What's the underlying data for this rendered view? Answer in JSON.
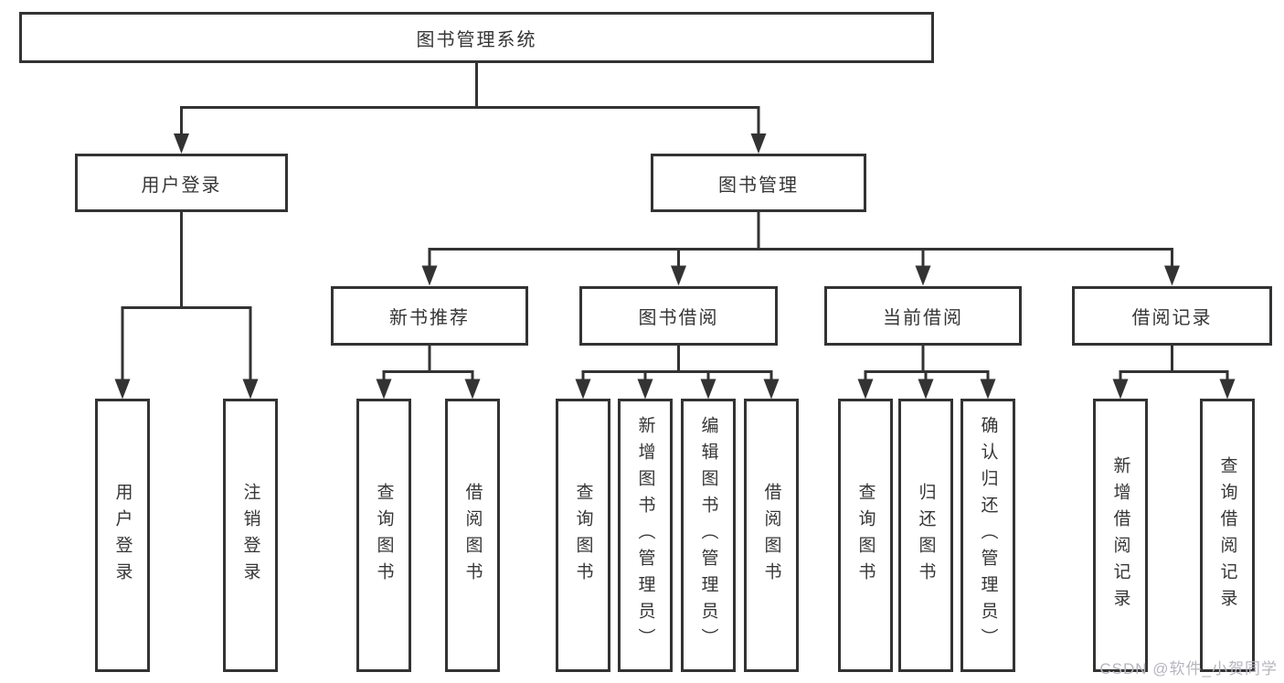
{
  "tree": {
    "label": "图书管理系统",
    "children": [
      {
        "label": "用户登录",
        "children": [
          {
            "label": "用户登录"
          },
          {
            "label": "注销登录"
          }
        ]
      },
      {
        "label": "图书管理",
        "children": [
          {
            "label": "新书推荐",
            "children": [
              {
                "label": "查询图书"
              },
              {
                "label": "借阅图书"
              }
            ]
          },
          {
            "label": "图书借阅",
            "children": [
              {
                "label": "查询图书"
              },
              {
                "label": "新增图书（管理员）"
              },
              {
                "label": "编辑图书（管理员）"
              },
              {
                "label": "借阅图书"
              }
            ]
          },
          {
            "label": "当前借阅",
            "children": [
              {
                "label": "查询图书"
              },
              {
                "label": "归还图书"
              },
              {
                "label": "确认归还（管理员）"
              }
            ]
          },
          {
            "label": "借阅记录",
            "children": [
              {
                "label": "新增借阅记录"
              },
              {
                "label": "查询借阅记录"
              }
            ]
          }
        ]
      }
    ]
  },
  "watermark": {
    "text": "CSDN @软件_小贺同学"
  },
  "colors": {
    "line": "#333333",
    "box_border": "#333333",
    "box_fill": "#ffffff",
    "text": "#363636",
    "watermark": "#b7b5bd",
    "background": "#ffffff"
  }
}
